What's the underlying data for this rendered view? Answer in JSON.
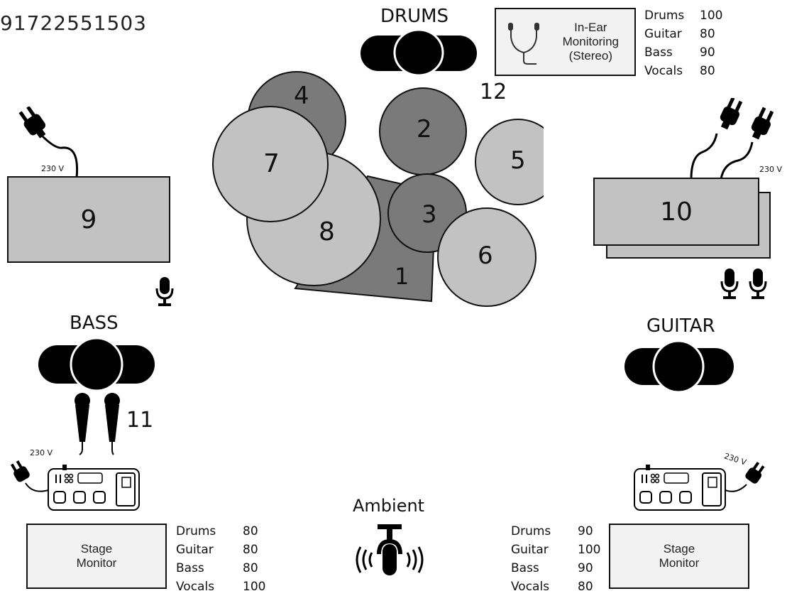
{
  "phone": "91722551503",
  "roles": {
    "drums": "DRUMS",
    "bass": "BASS",
    "guitar": "GUITAR",
    "ambient": "Ambient"
  },
  "kit_pieces": [
    "1",
    "2",
    "3",
    "4",
    "5",
    "6",
    "7",
    "8"
  ],
  "amps": {
    "bass_amp": "9",
    "guitar_amp": "10",
    "bass_mics": "11",
    "iem_label": "12"
  },
  "voltage": "230 V",
  "in_ear": {
    "line1": "In-Ear",
    "line2": "Monitoring",
    "line3": "(Stereo)",
    "mix": [
      {
        "name": "Drums",
        "value": "100"
      },
      {
        "name": "Guitar",
        "value": "80"
      },
      {
        "name": "Bass",
        "value": "90"
      },
      {
        "name": "Vocals",
        "value": "80"
      }
    ]
  },
  "monitor_left": {
    "line1": "Stage",
    "line2": "Monitor",
    "mix": [
      {
        "name": "Drums",
        "value": "80"
      },
      {
        "name": "Guitar",
        "value": "80"
      },
      {
        "name": "Bass",
        "value": "80"
      },
      {
        "name": "Vocals",
        "value": "100"
      }
    ]
  },
  "monitor_right": {
    "line1": "Stage",
    "line2": "Monitor",
    "mix": [
      {
        "name": "Drums",
        "value": "90"
      },
      {
        "name": "Guitar",
        "value": "100"
      },
      {
        "name": "Bass",
        "value": "90"
      },
      {
        "name": "Vocals",
        "value": "80"
      }
    ]
  },
  "colors": {
    "dark_drum": "#7a7a7a",
    "light_drum": "#c2c2c2",
    "amp_fill": "#c2c2c2",
    "monitor_fill": "#f2f2f2",
    "ink": "#111111"
  }
}
